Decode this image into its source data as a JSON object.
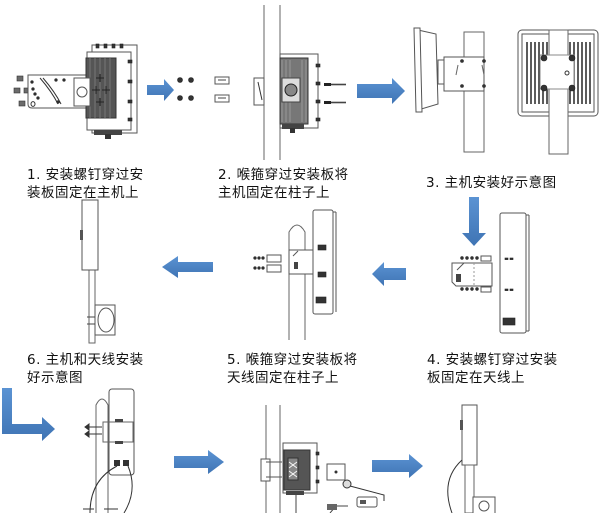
{
  "title": "主机与天线安装步骤示意图",
  "arrow_color": "#4f86c6",
  "steps": [
    {
      "number": "1.",
      "lines": [
        "安装螺钉穿过安",
        "装板固定在主机上"
      ]
    },
    {
      "number": "2.",
      "lines": [
        "喉箍穿过安装板将",
        "主机固定在柱子上"
      ]
    },
    {
      "number": "3.",
      "lines": [
        "主机安装好示意图"
      ]
    },
    {
      "number": "4.",
      "lines": [
        "安装螺钉穿过安装",
        "板固定在天线上"
      ]
    },
    {
      "number": "5.",
      "lines": [
        "喉箍穿过安装板将",
        "天线固定在柱子上"
      ]
    },
    {
      "number": "6.",
      "lines": [
        "主机和天线安装",
        "好示意图"
      ]
    }
  ],
  "captions": {
    "step1_line1": "1. 安装螺钉穿过安",
    "step1_line2": "装板固定在主机上",
    "step2_line1": "2. 喉箍穿过安装板将",
    "step2_line2": "主机固定在柱子上",
    "step3_line1": "3. 主机安装好示意图",
    "step4_line1": "4. 安装螺钉穿过安装",
    "step4_line2": "板固定在天线上",
    "step5_line1": "5. 喉箍穿过安装板将",
    "step5_line2": "天线固定在柱子上",
    "step6_line1": "6. 主机和天线安装",
    "step6_line2": "好示意图"
  }
}
